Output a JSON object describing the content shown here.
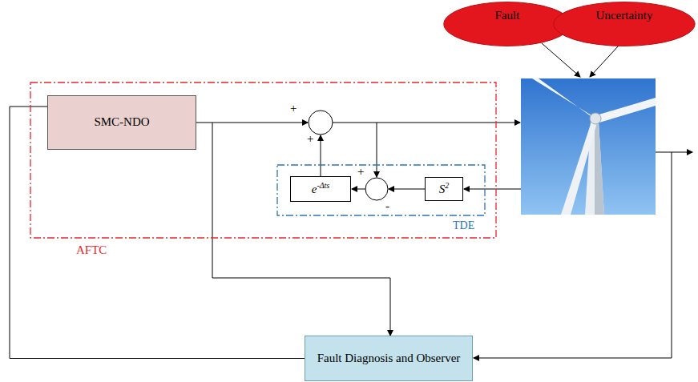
{
  "diagram": {
    "nodes": [
      {
        "text": [
          "Fault"
        ]
      },
      {
        "text": [
          "Uncertainty"
        ]
      },
      {
        "text": [
          "AFTC"
        ]
      },
      {
        "text": [
          "SMC-NDO"
        ],
        "in": 2
      },
      {
        "text": [
          "TDE"
        ],
        "in": 2
      },
      {
        "text": [
          "e",
          "-Δts"
        ],
        "in": 4
      },
      {
        "text": [
          "S",
          "2"
        ],
        "in": 4
      },
      {
        "text": [
          "Fault Diagnosis and Observer"
        ]
      }
    ],
    "edges": [
      {
        "from": 3,
        "to": 7,
        "arrow": "to"
      },
      {
        "from": 7,
        "to": 3,
        "arrow": "none"
      }
    ],
    "labels": [
      "+",
      "+",
      "+",
      "-"
    ]
  }
}
